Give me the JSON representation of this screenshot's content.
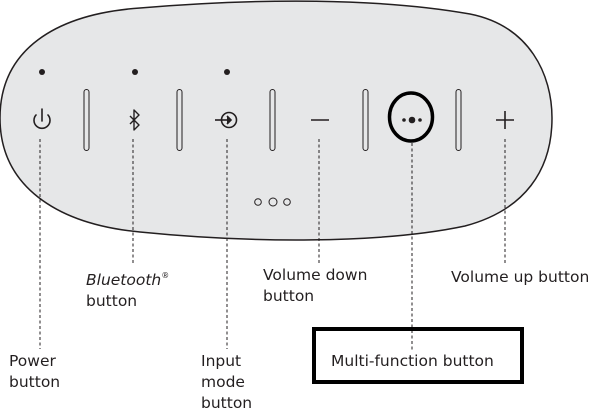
{
  "title": "Speaker button layout",
  "colors": {
    "body_fill": "#e6e7e8",
    "outline": "#231f20",
    "highlight": "#000000"
  },
  "buttons": [
    {
      "id": "power",
      "icon": "power-icon",
      "has_led": true,
      "label_lines": [
        "Power",
        "button"
      ]
    },
    {
      "id": "bluetooth",
      "icon": "bluetooth-icon",
      "has_led": true,
      "label_brand": "Bluetooth",
      "label_mark": "®",
      "label_lines": [
        "button"
      ]
    },
    {
      "id": "input-mode",
      "icon": "input-mode-icon",
      "has_led": true,
      "label_lines": [
        "Input",
        "mode",
        "button"
      ]
    },
    {
      "id": "volume-down",
      "icon": "minus-icon",
      "has_led": false,
      "label_lines": [
        "Volume down",
        "button"
      ]
    },
    {
      "id": "multi-function",
      "icon": "multi-function-dots-icon",
      "has_led": false,
      "highlighted": true,
      "label_lines": [
        "Multi-function button"
      ]
    },
    {
      "id": "volume-up",
      "icon": "plus-icon",
      "has_led": false,
      "label_lines": [
        "Volume up button"
      ]
    }
  ],
  "battery_indicator": {
    "icon": "three-dots-indicator-icon",
    "dot_count": 3
  }
}
